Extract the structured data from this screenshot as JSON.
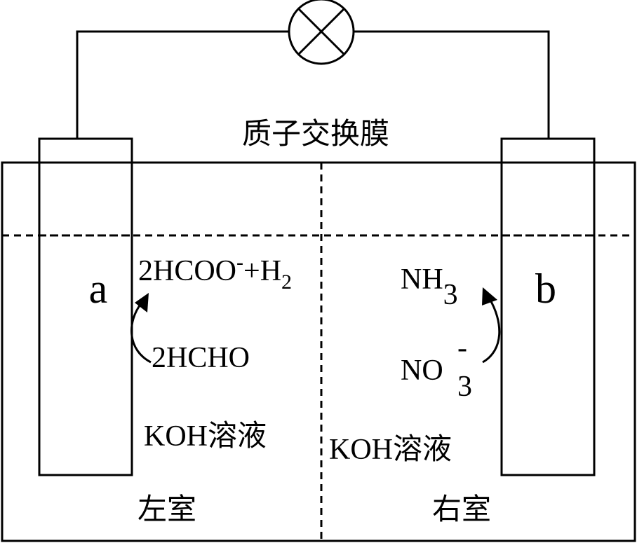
{
  "membrane_label": "质子交换膜",
  "electrode_a": "a",
  "electrode_b": "b",
  "left": {
    "product_main": "2HCOO",
    "product_sup": "-",
    "product_plus": "+H",
    "product_sub": "2",
    "reactant": "2HCHO",
    "solution": "KOH溶液",
    "room": "左室"
  },
  "right": {
    "product_main": "NH",
    "product_sub": "3",
    "reactant_main": "NO",
    "reactant_sup": "-",
    "reactant_sub": "3",
    "solution": "KOH溶液",
    "room": "右室"
  },
  "bulb_icon": "lamp-icon"
}
